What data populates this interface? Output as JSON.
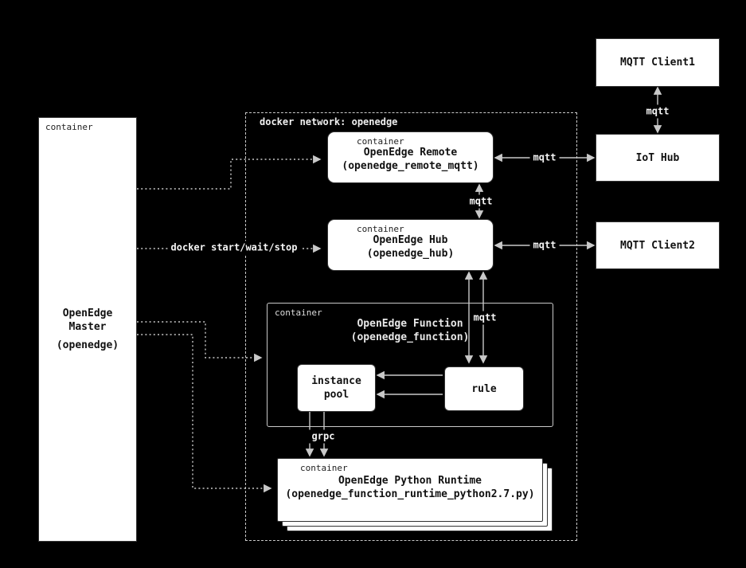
{
  "labels": {
    "container": "container",
    "network": "docker network: openedge",
    "mqtt": "mqtt",
    "grpc": "grpc",
    "docker_cmd": "docker start/wait/stop"
  },
  "nodes": {
    "master": {
      "line1": "OpenEdge",
      "line2": "Master",
      "line3": "(openedge)"
    },
    "remote": {
      "title": "OpenEdge Remote",
      "subtitle": "(openedge_remote_mqtt)"
    },
    "hub": {
      "title": "OpenEdge Hub",
      "subtitle": "(openedge_hub)"
    },
    "function": {
      "title": "OpenEdge Function",
      "subtitle": "(openedge_function)"
    },
    "instance_pool": {
      "title": "instance pool"
    },
    "rule": {
      "title": "rule"
    },
    "python_runtime": {
      "title": "OpenEdge Python Runtime",
      "subtitle": "(openedge_function_runtime_python2.7.py)"
    },
    "mqtt_client1": {
      "title": "MQTT Client1"
    },
    "iot_hub": {
      "title": "IoT Hub"
    },
    "mqtt_client2": {
      "title": "MQTT Client2"
    }
  },
  "colors": {
    "background": "#000000",
    "box_fill": "#ffffff",
    "box_border": "#333333",
    "connector": "#c9c9c9",
    "edge_label_text": "#f5f5f5",
    "box_text": "#111111"
  }
}
